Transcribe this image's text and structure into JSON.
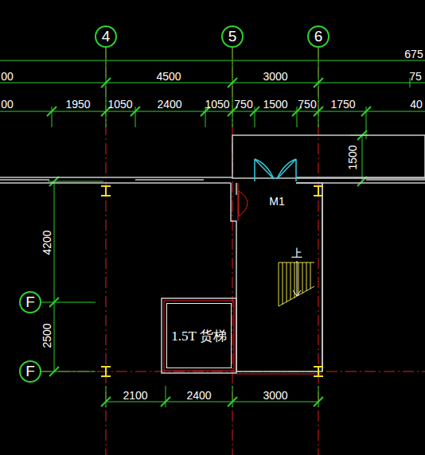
{
  "diagram": {
    "nodes": [
      {
        "text": [
          "4"
        ]
      },
      {
        "text": [
          "5"
        ]
      },
      {
        "text": [
          "6"
        ]
      },
      {
        "text": [
          "F"
        ]
      },
      {
        "text": [
          "F"
        ]
      },
      {
        "text": [
          "1.5T 货梯"
        ]
      }
    ],
    "labels": [
      "675",
      "00",
      "4500",
      "3000",
      "75",
      "00",
      "1950",
      "1050",
      "2400",
      "1050",
      "750",
      "1500",
      "750",
      "1750",
      "40",
      "1500",
      "4200",
      "2500",
      "2100",
      "2400",
      "3000",
      "M1",
      "上"
    ]
  }
}
